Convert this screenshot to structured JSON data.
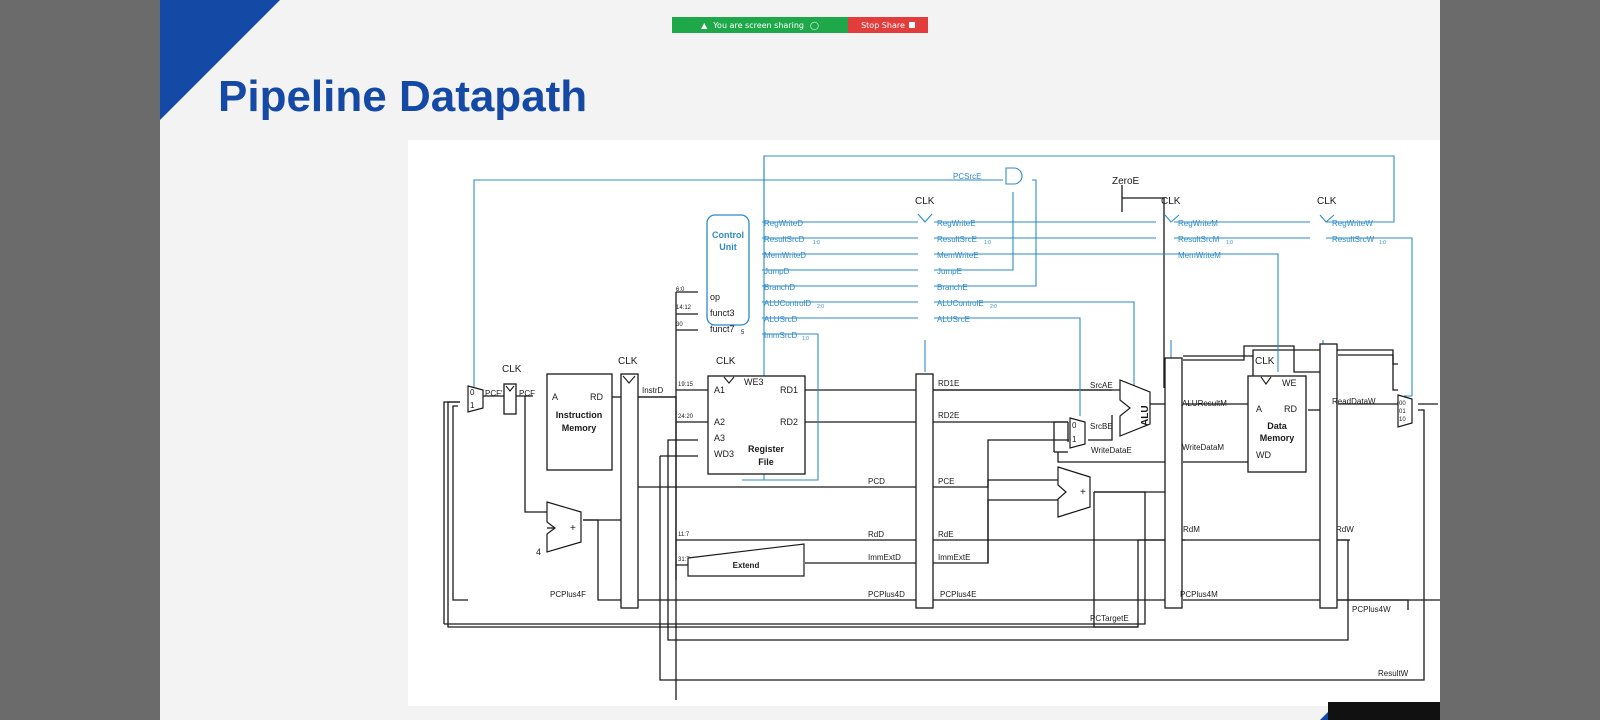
{
  "share_bar": {
    "status": "You are screen sharing",
    "stop_label": "Stop Share"
  },
  "slide": {
    "title": "Pipeline Datapath"
  },
  "colors": {
    "accent": "#1449a5",
    "wire_blue": "#2e8bc9",
    "wire_black": "#1a1a1a",
    "share_green": "#1fa84a",
    "stop_red": "#e23c3c"
  },
  "diagram": {
    "clk": "CLK",
    "pcf": "PCF",
    "pcf_prime": "PCF'",
    "mux0": "0",
    "mux1": "1",
    "imem_a": "A",
    "imem_rd": "RD",
    "imem_name1": "Instruction",
    "imem_name2": "Memory",
    "four": "4",
    "plus": "+",
    "instrd": "InstrD",
    "rf_a1": "A1",
    "rf_a2": "A2",
    "rf_a3": "A3",
    "rf_wd3": "WD3",
    "rf_we3": "WE3",
    "rf_rd1": "RD1",
    "rf_rd2": "RD2",
    "rf_name1": "Register",
    "rf_name2": "File",
    "bits_60": "6:0",
    "bits_1412": "14:12",
    "bits_30": "30",
    "bits_1915": "19:15",
    "bits_2420": "24:20",
    "bits_117": "11:7",
    "bits_317": "31:7",
    "extend": "Extend",
    "cu1": "Control",
    "cu2": "Unit",
    "op": "op",
    "funct3": "funct3",
    "funct7": "funct7",
    "funct7_sub": "5",
    "d_signals": [
      "RegWriteD",
      "ResultSrcD",
      "MemWriteD",
      "JumpD",
      "BranchD",
      "ALUControlD",
      "ALUSrcD",
      "ImmSrcD"
    ],
    "e_signals": [
      "RegWriteE",
      "ResultSrcE",
      "MemWriteE",
      "JumpE",
      "BranchE",
      "ALUControlE",
      "ALUSrcE"
    ],
    "m_signals": [
      "RegWriteM",
      "ResultSrcM",
      "MemWriteM"
    ],
    "w_signals": [
      "RegWriteW",
      "ResultSrcW"
    ],
    "sub_10": "1:0",
    "sub_20": "2:0",
    "pcsrce": "PCSrcE",
    "zeroe": "ZeroE",
    "rd1e": "RD1E",
    "rd2e": "RD2E",
    "pcd": "PCD",
    "pce": "PCE",
    "rdd": "RdD",
    "rde": "RdE",
    "immextd": "ImmExtD",
    "immexte": "ImmExtE",
    "pcplus4f": "PCPlus4F",
    "pcplus4d": "PCPlus4D",
    "pcplus4e": "PCPlus4E",
    "pcplus4m": "PCPlus4M",
    "pcplus4w": "PCPlus4W",
    "pctargete": "PCTargetE",
    "srcae": "SrcAE",
    "srcbe": "SrcBE",
    "alu": "ALU",
    "writedatae": "WriteDataE",
    "aluresultm": "ALUResultM",
    "writedatam": "WriteDataM",
    "rdm": "RdM",
    "rdw": "RdW",
    "dmem_a": "A",
    "dmem_rd": "RD",
    "dmem_we": "WE",
    "dmem_wd": "WD",
    "dmem_name1": "Data",
    "dmem_name2": "Memory",
    "readdataw": "ReadDataW",
    "mux00": "00",
    "mux01": "01",
    "mux10": "10",
    "resultw": "ResultW"
  }
}
